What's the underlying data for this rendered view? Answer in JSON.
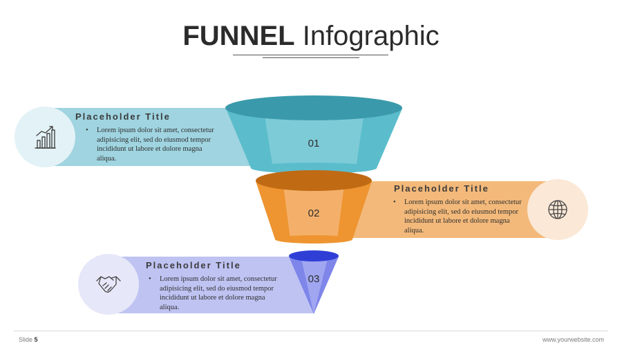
{
  "title": {
    "bold": "FUNNEL",
    "light": "Infographic"
  },
  "stages": [
    {
      "number": "01",
      "title": "Placeholder Title",
      "text": "Lorem ipsum dolor sit amet, consectetur adipisicing elit, sed do eiusmod tempor incididunt ut labore et dolore magna aliqua.",
      "icon": "bar-chart-icon"
    },
    {
      "number": "02",
      "title": "Placeholder Title",
      "text": "Lorem ipsum dolor sit amet, consectetur adipisicing elit, sed do eiusmod tempor incididunt ut labore et dolore magna aliqua.",
      "icon": "globe-icon"
    },
    {
      "number": "03",
      "title": "Placeholder Title",
      "text": "Lorem ipsum dolor sit amet, consectetur adipisicing elit, sed do eiusmod tempor incididunt ut labore et dolore magna aliqua.",
      "icon": "handshake-icon"
    }
  ],
  "colors": {
    "stage1_band": "#9fd4e0",
    "stage1_funnel": "#5bbdcc",
    "stage1_top": "#3a9aab",
    "stage2_band": "#f3b97a",
    "stage2_funnel": "#ee9430",
    "stage2_top": "#c06a14",
    "stage3_band": "#bfc3f2",
    "stage3_funnel": "#7e86ea",
    "stage3_top": "#2f3fd6"
  },
  "footer": {
    "slide_label": "Slide",
    "slide_number": "5",
    "website": "www.yourwebsite.com"
  }
}
